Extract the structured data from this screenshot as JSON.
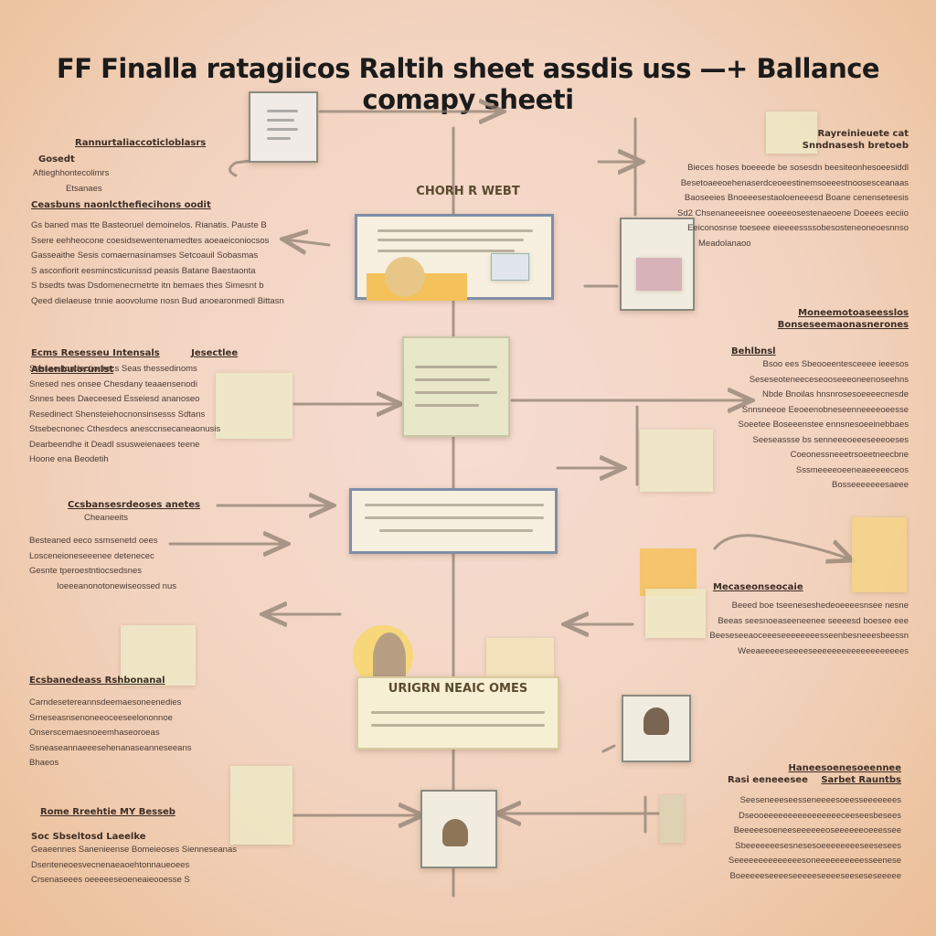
{
  "title": "FF Finalla ratagiicos Raltih sheet assdis uss —+ Ballance comapy sheeti",
  "cards": {
    "top_center": "CHORH R WEBT",
    "lower_center": "URIGRN NEAIC OMES"
  },
  "blocks": {
    "l1": {
      "head": "Rannurtaliaccoticloblasrs",
      "side": "Gosedt",
      "lines": [
        "Aftieghhontecolimrs",
        "Etsanaes"
      ]
    },
    "l2": {
      "head": "Ceasbuns naonlcthefiecihons oodit",
      "lines": [
        "Gs baned mas tte Basteoruel demoinelos. Rianatis. Pauste B",
        "Ssere eehheocone coesidsewentenamedtes aoeaeiconiocsos",
        "Gasseaithe Sesis comaernasinamses Setcoauil Sobasmas",
        "S asconfiorit eesmincsticunissd peasis Batane Baestaonta",
        "S bsedts twas Dsdomenecrnetrte itn bemaes thes Simesnt b",
        "Qeed dielaeuse tnnie aoovolume nosn Bud anoearonmedl Bittasn"
      ]
    },
    "l3": {
      "head": "Ecms Resesseu Intensals",
      "side": "Jesectlee Abienbulorunlst"
    },
    "l4": {
      "lines": [
        "Sasseestondectioerecs Seas thessedinoms",
        "Snesed nes onsee Chesdany teaaensenodi",
        "Snnes bees Daeceesed Esseiesd ananoseo",
        "Resedinect Shensteiehocnonsinsesss Sdtans",
        "Stsebecnonec Cthesdecs anesccnsecaneaonusis",
        "Dearbeendhe it Deadl ssusweienaees teene",
        "Hoone ena Beodetih"
      ]
    },
    "l5": {
      "head": "Ccsbansesrdeoses anetes",
      "lines": [
        "Cheaneeits"
      ]
    },
    "l6": {
      "lines": [
        "Besteaned eeco ssmsenetd oees",
        "Losceneioneseeenee detenecec",
        "Gesnte tperoestntiocsedsnes",
        "Ioeeeanonotonewiseossed nus"
      ]
    },
    "l7": {
      "head": "Ecsbanedeass Rshbonanal",
      "lines": [
        "Carndesetereannsdeemaesoneenedies",
        "Srneseasnsenoneeoceeseelononnoe",
        "Onserscemaesnoeemhaseoroeas",
        "Ssneaseannaeeesehenanaseanneseeans",
        "Bhaeos"
      ]
    },
    "l8": {
      "head": "Rome Rreehtie MY Besseb",
      "sub": "Soc Sbseltosd Laeelke",
      "lines": [
        "Geaeennes Sanenieense Bomeieoses Sienneseanas",
        "Dsenteneoesvecnenaeaoehtonnaueoees",
        "Crsenaseees oeeeeeseoeneaieooesse S"
      ]
    },
    "r1": {
      "head": "Rayreinieuete cat",
      "sub": "Snndnasesh bretoeb",
      "lines": [
        "Bieces hoses boeeede be sosesdn beesiteonhesoeesiddl",
        "Besetoaeeoehenaserdceoeestinemsoeeestnoosesceanaas",
        "Baoseeies Bnoeeesestaoloeneeesd Boane cenenseteesis",
        "Sd2 Chsenaneeeisnee ooeeeosestenaeoene Doeees eeciio",
        "Eeiconosnse toeseee eieeeessssobesosteneoneoesnnso",
        "Meadolanaoo"
      ]
    },
    "r2": {
      "head": "Moneemotoaseesslos",
      "sub": "Bonseseemaonasnerones"
    },
    "r3": {
      "head": "Behlbnsl",
      "lines": [
        "Bsoo ees Sbeooeentesceeee ieeesos",
        "Seseseoteneeceseooseeeoneenoseehns",
        "Nbde Bnoilas hnsnrosesoeeeecnesde",
        "Snnsneeoe Eeoeenobneseenneeeeoeesse",
        "Soeetee Boseeenstee ennsnesoeeinebbaes",
        "Seeseassse bs senneeeoeeeseeeoeses",
        "Coeonessneeetrsoeetneecbne",
        "Sssmeeeeoeeneaeeeeeceos",
        "Bosseeeeeeesaeee"
      ]
    },
    "r4": {
      "head": "Mecaseonseocaie",
      "lines": [
        "Beeed boe tseeneseshedeoeeeesnsee nesne",
        "Beeas seesnoeaseeneenee seeeesd boesee eee",
        "Beeseseeaoceeeseeeeeeeesseenbesneeesbeessn",
        "Weeaeeeeeseeeeseeeeeeeeeeeeeeeeeees"
      ]
    },
    "r5": {
      "head": "Haneesoenesoeennee",
      "side": "Rasi eeneeesee",
      "sub": "Sarbet Rauntbs",
      "lines": [
        "Seeseneeeseesseneeeesoeesseeeeeees",
        "Dseooeeeeeeeeeeeeeeeeceeseesbesees",
        "Beeeeesoeneeseeeeeeoseeeeeeoeeessee",
        "Sbeeeeeeesesnesesoeeeeeeeeseesesees",
        "Seeeeeeeeeeeeeesoneeeeeeeeeesseenese",
        "Boeeeeeseeeeseeeeeseeeeseeseseseeeee"
      ]
    }
  }
}
